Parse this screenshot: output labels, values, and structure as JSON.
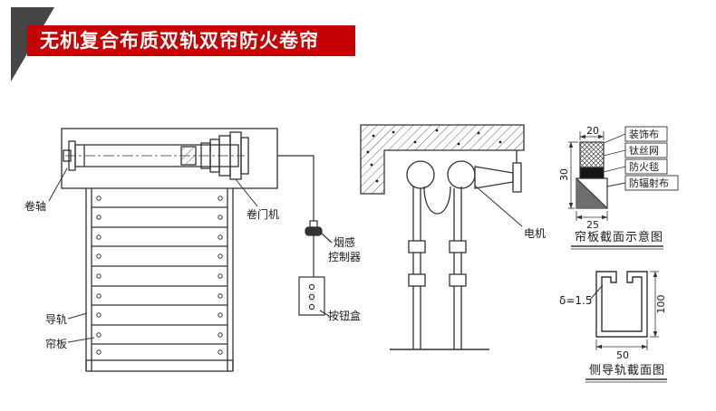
{
  "title": "无机复合布质双轨双帘防火卷帘",
  "colors": {
    "banner_red": "#c40404",
    "banner_text": "#ffffff",
    "line": "#333333",
    "corner_accent": "#454545"
  },
  "front_view": {
    "roll_axle": "卷轴",
    "door_motor": "卷门机",
    "guide_rail": "导轨",
    "curtain_slat": "帘板"
  },
  "controls": {
    "smoke_line1": "烟感",
    "smoke_line2": "控制器",
    "button_box": "按钮盒"
  },
  "side_view": {
    "motor": "电机"
  },
  "slat_section": {
    "dim_top": "20",
    "dim_side": "30",
    "dim_bottom": "25",
    "layers": [
      "装饰布",
      "钛丝网",
      "防火毯",
      "防辐射布"
    ],
    "caption": "帘板截面示意图"
  },
  "rail_section": {
    "thickness": "δ=1.5",
    "dim_height": "100",
    "dim_width": "50",
    "caption": "侧导轨截面图"
  }
}
